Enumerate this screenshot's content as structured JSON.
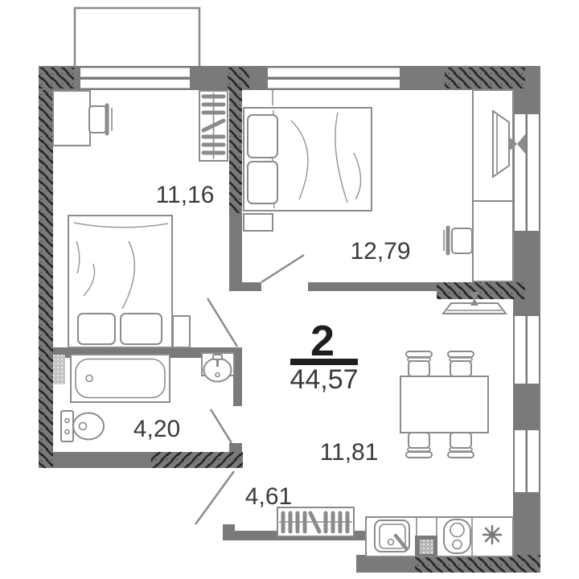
{
  "plan": {
    "flat_type_label": "2",
    "total_area": "44,57",
    "rooms": [
      {
        "name": "bedroom-1",
        "area": "11,16"
      },
      {
        "name": "bedroom-2",
        "area": "12,79"
      },
      {
        "name": "bathroom",
        "area": "4,20"
      },
      {
        "name": "kitchen-living-room",
        "area": "11,81"
      },
      {
        "name": "hallway",
        "area": "4,61"
      }
    ],
    "colors": {
      "wall": "#7a7a7a",
      "hatch": "#262626",
      "furniture": "#8b8b8b",
      "label": "#3a3a3a",
      "divider": "#1e1e1e",
      "background": "#ffffff",
      "shaft_fill": "#c4c4c4"
    },
    "icons": [
      "balcony-icon",
      "window-icon",
      "double-bed-icon",
      "pillow-icon",
      "wardrobe-hangers-icon",
      "desk-icon",
      "chair-icon",
      "nightstand-icon",
      "tv-icon",
      "bathtub-icon",
      "toilet-icon",
      "washbasin-icon",
      "dining-table-icon",
      "kitchen-sink-icon",
      "stove-icon",
      "fridge-snowflake-icon",
      "door-leaf-icon",
      "duct-shaft-icon"
    ]
  }
}
